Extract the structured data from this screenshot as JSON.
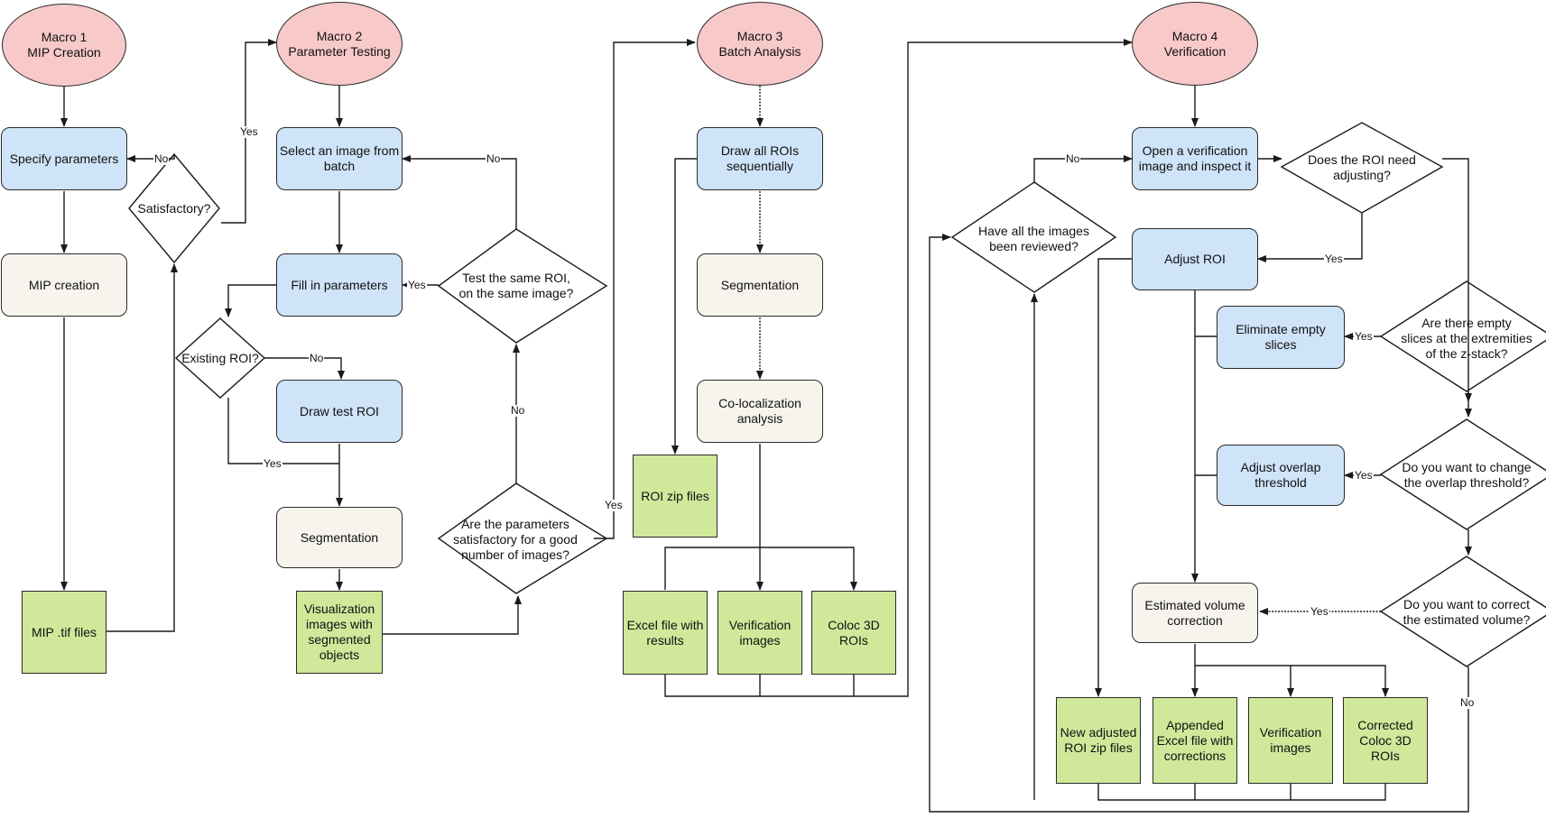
{
  "macro1": {
    "title": "Macro 1\nMIP Creation",
    "specify": "Specify parameters",
    "mip_creation": "MIP creation",
    "mip_files": "MIP .tif files",
    "satisfactory": "Satisfactory?"
  },
  "macro2": {
    "title": "Macro 2\nParameter Testing",
    "select": "Select an image from\nbatch",
    "fill": "Fill in parameters",
    "existing": "Existing ROI?",
    "draw_test": "Draw test ROI",
    "segmentation": "Segmentation",
    "visualization": "Visualization\nimages with\nsegmented\nobjects",
    "test_same": "Test the same ROI,\non the same image?",
    "params_ok": "Are the parameters\nsatisfactory for a good\nnumber of images?"
  },
  "macro3": {
    "title": "Macro 3\nBatch Analysis",
    "draw_all": "Draw all ROIs\nsequentially",
    "segmentation": "Segmentation",
    "coloc": "Co-localization\nanalysis",
    "roi_zip": "ROI zip files",
    "excel": "Excel file with\nresults",
    "verif": "Verification\nimages",
    "coloc3d": "Coloc 3D\nROIs"
  },
  "macro4": {
    "title": "Macro 4\nVerification",
    "open": "Open a verification\nimage and inspect it",
    "need_adjust": "Does the ROI need\nadjusting?",
    "reviewed": "Have all the images\nbeen reviewed?",
    "adjust_roi": "Adjust ROI",
    "eliminate": "Eliminate empty\nslices",
    "empty_q": "Are there empty\nslices at the extremities\nof the z-stack?",
    "adjust_overlap": "Adjust overlap\nthreshold",
    "overlap_q": "Do you want to change\nthe overlap threshold?",
    "est_vol": "Estimated volume\ncorrection",
    "correct_q": "Do you want to correct\nthe estimated volume?",
    "new_zip": "New adjusted\nROI zip files",
    "appended": "Appended\nExcel file with\ncorrections",
    "verif": "Verification\nimages",
    "corrected": "Corrected\nColoc 3D\nROIs"
  },
  "labels": {
    "no": "No",
    "yes": "Yes"
  },
  "colors": {
    "oval": "#f8c9c9",
    "process": "#cfe3f9",
    "beige": "#f6f4ec",
    "file": "#cfe89a",
    "line": "#1a1a1a"
  }
}
